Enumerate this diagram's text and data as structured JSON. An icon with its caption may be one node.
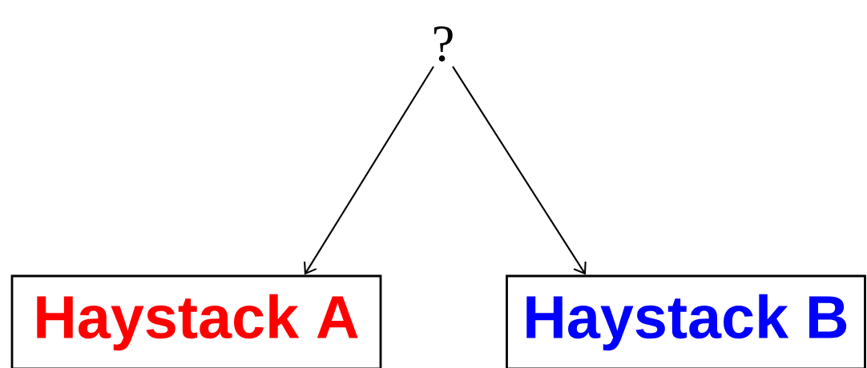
{
  "diagram": {
    "nodes": [
      {
        "text": [
          "?"
        ]
      },
      {
        "text": [
          "Haystack A"
        ]
      },
      {
        "text": [
          "Haystack B"
        ]
      }
    ],
    "edges": [
      {
        "from": 0,
        "to": 1,
        "arrow": "to"
      },
      {
        "from": 0,
        "to": 2,
        "arrow": "to"
      }
    ]
  }
}
